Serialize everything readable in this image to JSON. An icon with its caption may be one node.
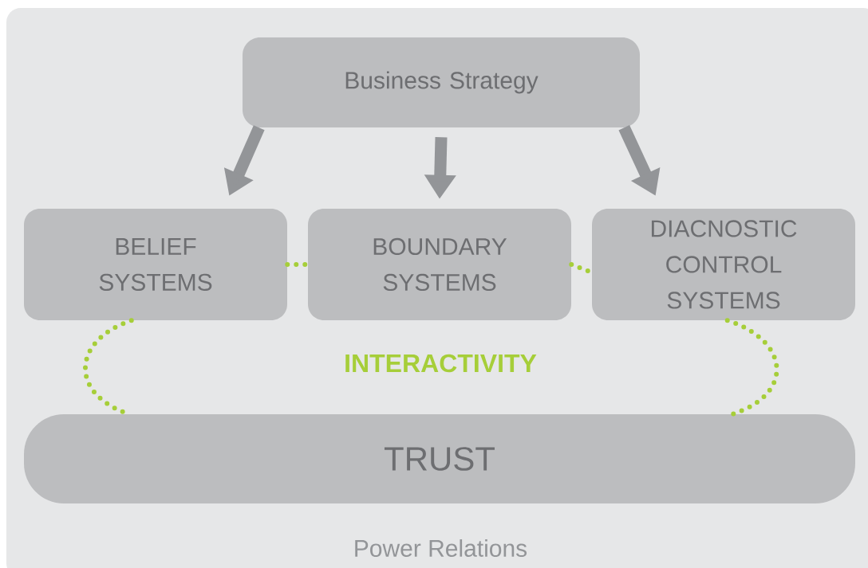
{
  "diagram": {
    "nodes": [
      {
        "text": [
          "Power Relations"
        ]
      },
      {
        "text": [
          "Business Strategy"
        ],
        "in": 0
      },
      {
        "text": [
          "BELIEF SYSTEMS"
        ],
        "in": 0
      },
      {
        "text": [
          "BOUNDARY SYSTEMS"
        ],
        "in": 0
      },
      {
        "text": [
          "DIACNOSTIC CONTROL SYSTEMS"
        ],
        "in": 0
      },
      {
        "text": [
          "TRUST"
        ],
        "in": 0
      }
    ],
    "edges": [
      {
        "from": 1,
        "to": 2,
        "arrow": "to",
        "style": "thick",
        "color": "#939598"
      },
      {
        "from": 1,
        "to": 3,
        "arrow": "to",
        "style": "thick",
        "color": "#939598"
      },
      {
        "from": 1,
        "to": 4,
        "arrow": "to",
        "style": "thick",
        "color": "#939598"
      },
      {
        "from": 2,
        "to": 3,
        "arrow": "none",
        "style": "dashed",
        "color": "#a6ce39"
      },
      {
        "from": 3,
        "to": 4,
        "arrow": "none",
        "style": "dashed",
        "color": "#a6ce39"
      },
      {
        "from": 2,
        "to": 5,
        "arrow": "none",
        "style": "dashed",
        "color": "#a6ce39"
      },
      {
        "from": 4,
        "to": 5,
        "arrow": "none",
        "style": "dashed",
        "color": "#a6ce39"
      }
    ],
    "labels": [
      "INTERACTIVITY"
    ]
  }
}
